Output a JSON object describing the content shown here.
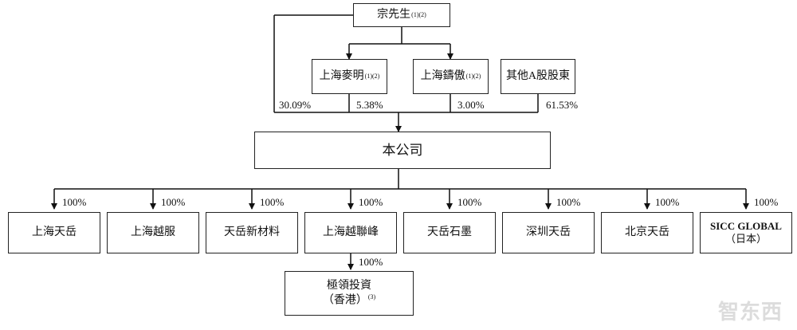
{
  "top": {
    "name": "宗先生",
    "note": "(1)(2)"
  },
  "holders": [
    {
      "name": "上海麥明",
      "note": "(1)(2)"
    },
    {
      "name": "上海鑄傲",
      "note": "(1)(2)"
    },
    {
      "name": "其他A股股東",
      "note": ""
    }
  ],
  "holding_pcts": {
    "zong": "30.09%",
    "maiming": "5.38%",
    "zhuao": "3.00%",
    "others": "61.53%"
  },
  "company": "本公司",
  "subsidiaries": [
    {
      "name": "上海天岳",
      "sub": "",
      "pct": "100%"
    },
    {
      "name": "上海越服",
      "sub": "",
      "pct": "100%"
    },
    {
      "name": "天岳新材料",
      "sub": "",
      "pct": "100%"
    },
    {
      "name": "上海越聯峰",
      "sub": "",
      "pct": "100%"
    },
    {
      "name": "天岳石墨",
      "sub": "",
      "pct": "100%"
    },
    {
      "name": "深圳天岳",
      "sub": "",
      "pct": "100%"
    },
    {
      "name": "北京天岳",
      "sub": "",
      "pct": "100%"
    },
    {
      "name": "SICC GLOBAL",
      "sub": "（日本）",
      "pct": "100%"
    }
  ],
  "grandchild": {
    "name": "極領投資",
    "sub": "（香港）",
    "note": "(3)",
    "pct": "100%"
  },
  "watermark": "智东西"
}
